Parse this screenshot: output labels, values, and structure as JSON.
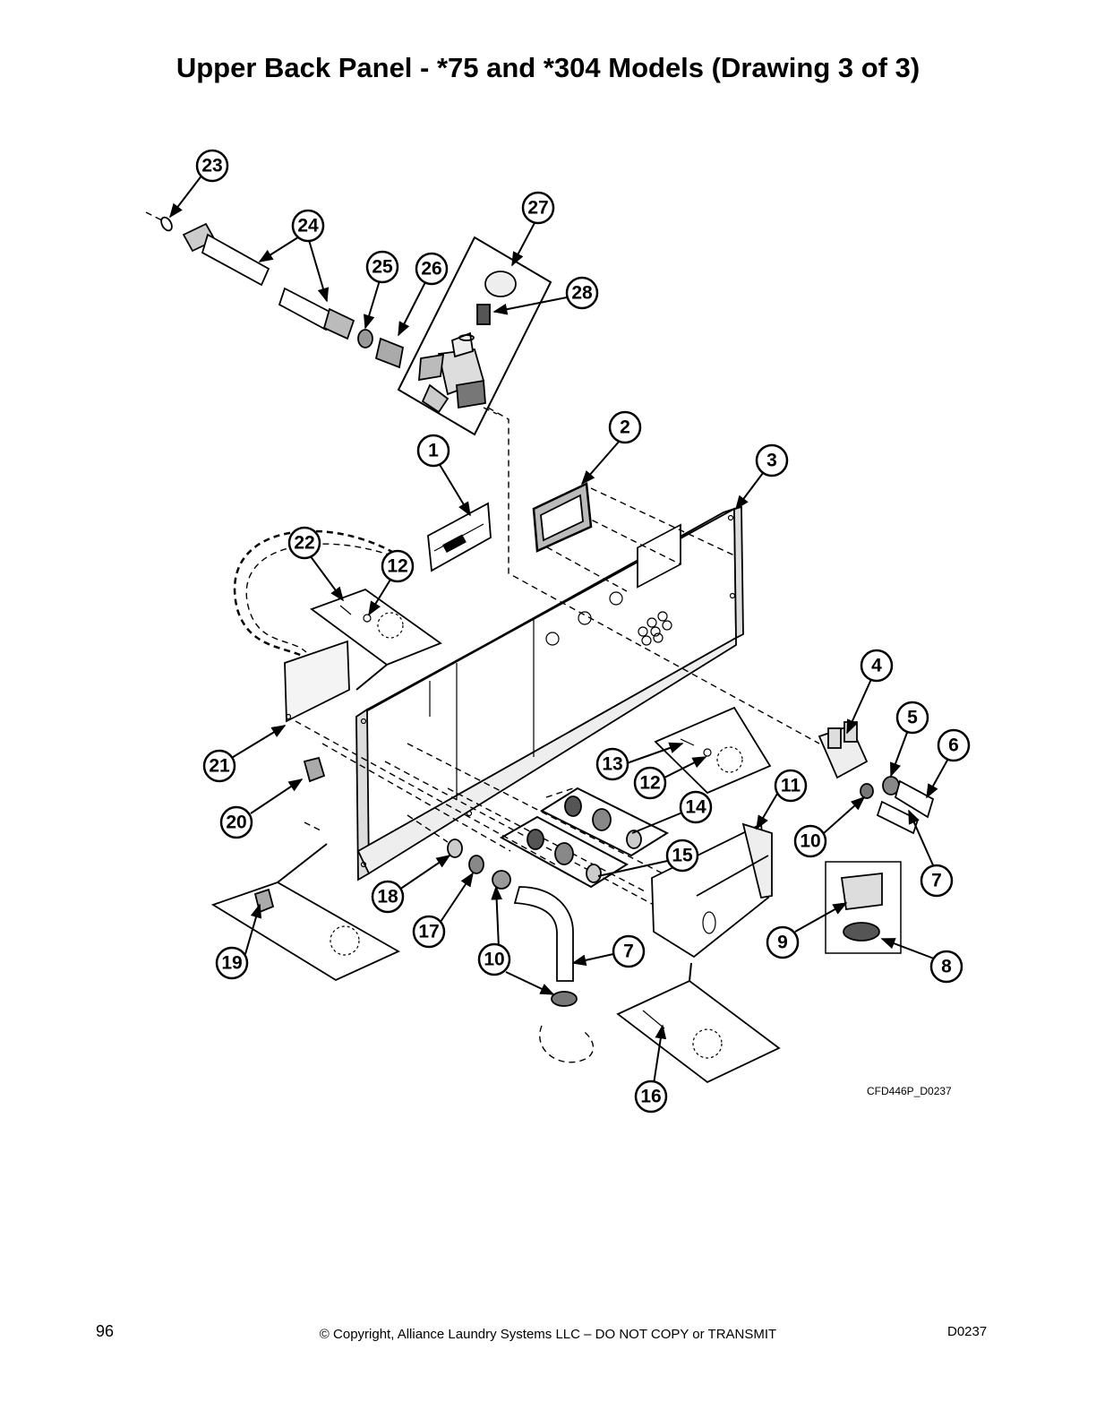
{
  "title": "Upper Back Panel - *75 and *304 Models (Drawing 3 of 3)",
  "drawing_code": "CFD446P_D0237",
  "footer": {
    "page_number": "96",
    "copyright": "© Copyright, Alliance Laundry Systems LLC – DO NOT COPY or TRANSMIT",
    "doc_code": "D0237"
  },
  "callouts": [
    "1",
    "2",
    "3",
    "4",
    "5",
    "6",
    "7",
    "7",
    "8",
    "9",
    "10",
    "10",
    "10",
    "11",
    "12",
    "12",
    "13",
    "14",
    "15",
    "16",
    "17",
    "18",
    "19",
    "20",
    "21",
    "22",
    "23",
    "24",
    "25",
    "26",
    "27",
    "28"
  ]
}
